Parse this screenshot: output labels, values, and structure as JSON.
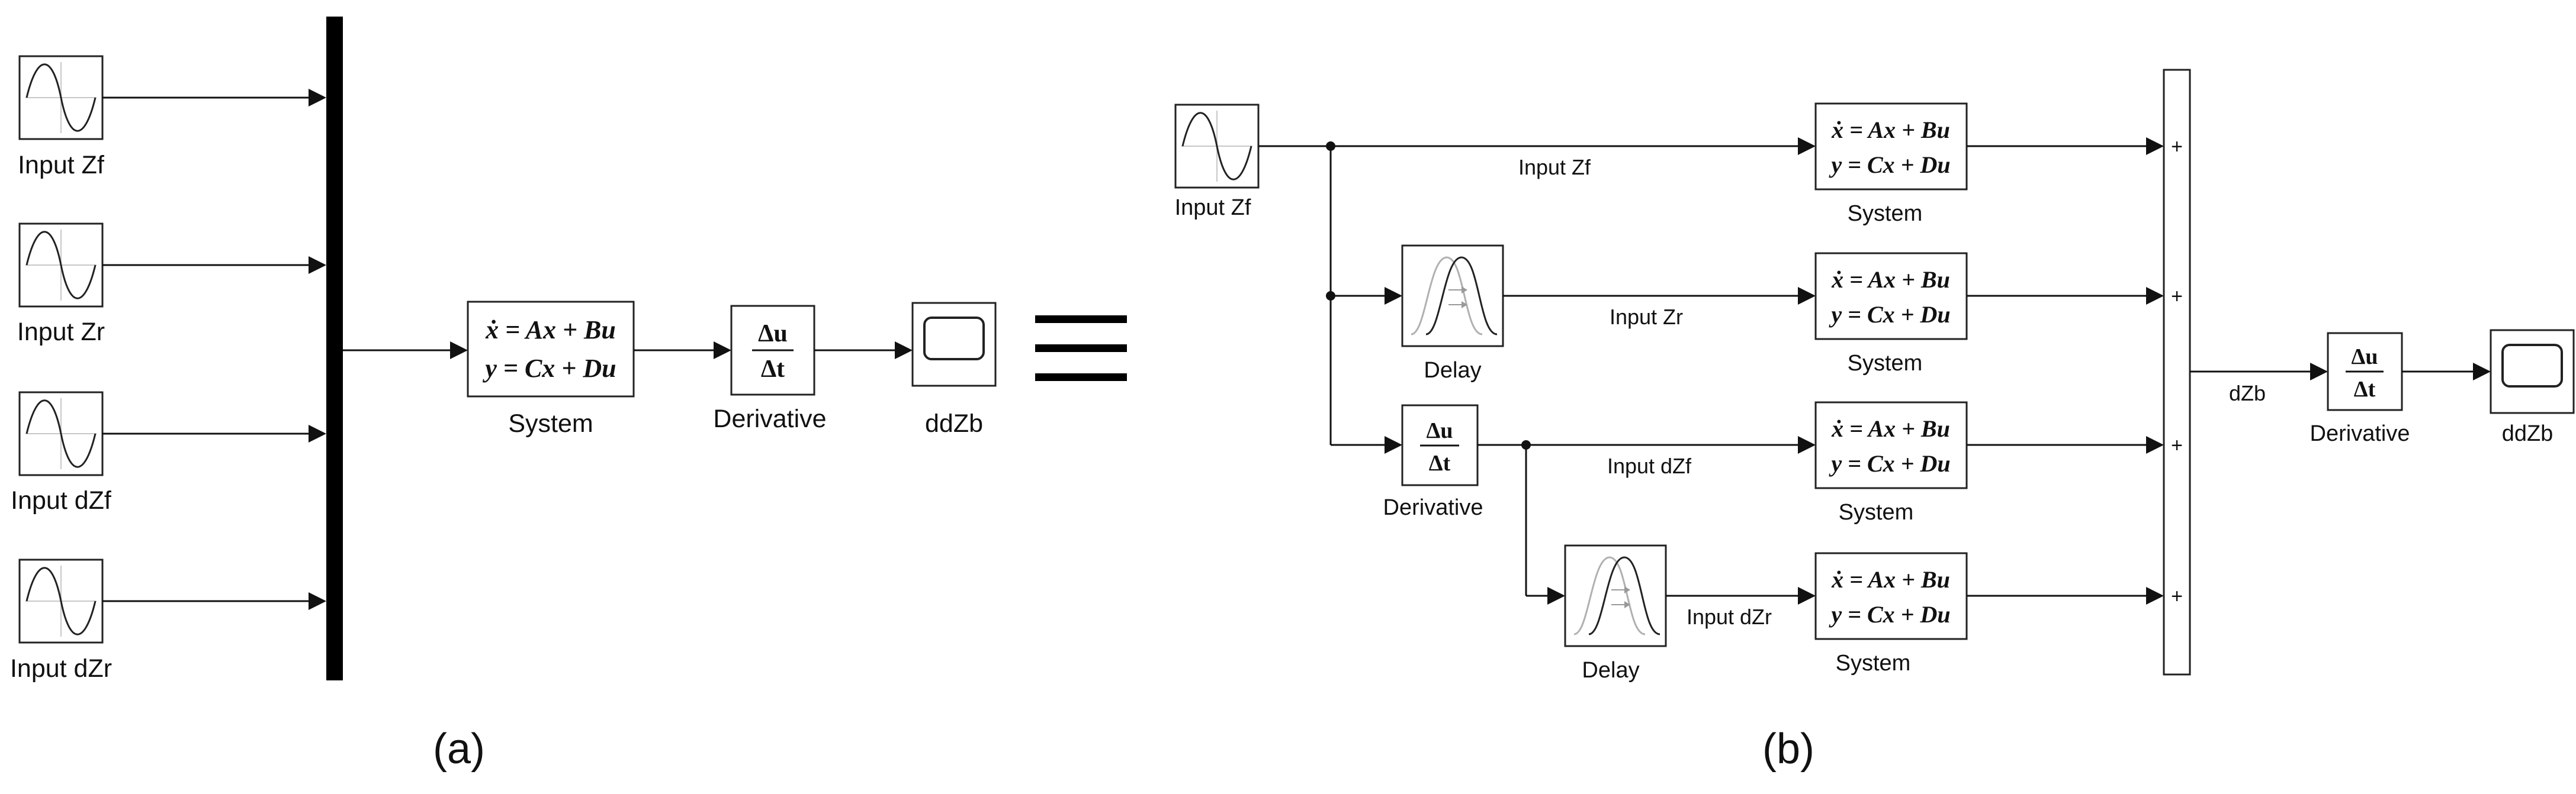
{
  "panels": {
    "a": "(a)",
    "b": "(b)"
  },
  "blocks": {
    "state_space": {
      "line1": "ẋ = Ax + Bu",
      "line2": "y = Cx + Du"
    },
    "derivative": {
      "num": "Δu",
      "den": "Δt"
    },
    "sum_sign": "+"
  },
  "panel_a": {
    "inputs": [
      "Input Zf",
      "Input Zr",
      "Input dZf",
      "Input dZr"
    ],
    "system": "System",
    "derivative": "Derivative",
    "scope": "ddZb"
  },
  "panel_b": {
    "source": "Input Zf",
    "delay_1": "Delay",
    "derivative_1": "Derivative",
    "delay_2": "Delay",
    "signals": [
      "Input Zf",
      "Input Zr",
      "Input dZf",
      "Input dZr"
    ],
    "systems": [
      "System",
      "System",
      "System",
      "System"
    ],
    "sum_out": "dZb",
    "derivative_out": "Derivative",
    "scope": "ddZb"
  }
}
